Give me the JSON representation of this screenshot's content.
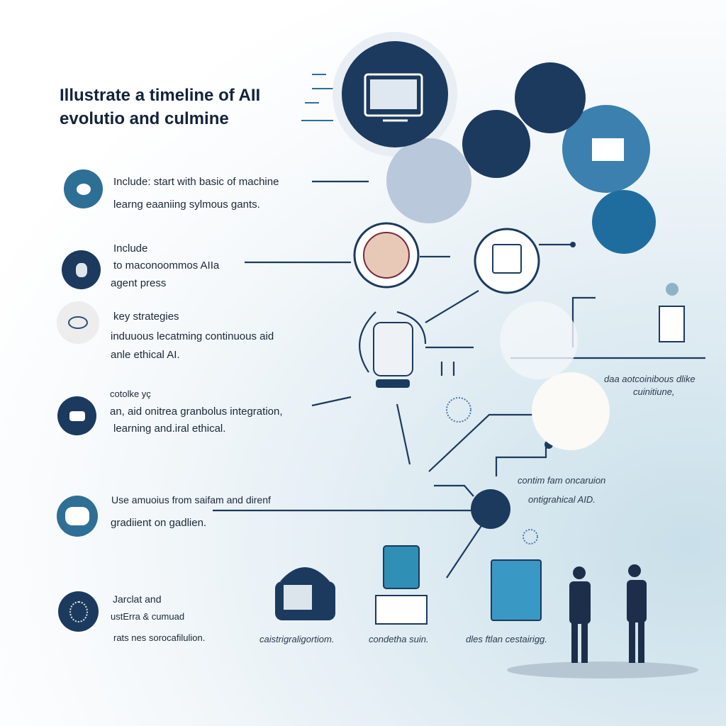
{
  "title": {
    "line1": "Illustrate a timeline of AII",
    "line2": "evolutio and culmine"
  },
  "rows": [
    {
      "icon": "robot-icon",
      "lines": [
        "Include: start with basic of machine",
        "learng eaaniing  sylmous gants."
      ]
    },
    {
      "icon": "person-icon",
      "lines": [
        "Include",
        "to maconoommos AIIa",
        "agent  press"
      ]
    },
    {
      "icon": "brain-icon",
      "lines": [
        "key strategies",
        "induuous lecatming continuous  aid",
        "anle ethical AI."
      ]
    },
    {
      "icon": "agent-icon",
      "lines": [
        "cotolke yç",
        "an, aid onitrea granbolus integration,",
        "learning and.iral ethical."
      ]
    },
    {
      "icon": "chatbot-icon",
      "lines": [
        "Use amuoius from saifam and direnf",
        "gradiient on gadlien."
      ]
    },
    {
      "icon": "network-head-icon",
      "lines": [
        "Jarclat and",
        "ustErra & cumuad",
        "rats nes sorocafilulion."
      ]
    }
  ],
  "captions": {
    "machine": "caistrigraligortiom.",
    "computer": "condetha suin.",
    "tablet": "dles ftlan cestairigg.",
    "top_right": [
      "daa aotcoinibous dlike",
      "cuinitiune,"
    ],
    "mid_right": [
      "contim fam oncaruion",
      "ontigrahical AID."
    ]
  },
  "colors": {
    "navy": "#1c3a5e",
    "teal": "#2e6f95",
    "blue": "#3b80ae",
    "light": "#b9c8da"
  }
}
